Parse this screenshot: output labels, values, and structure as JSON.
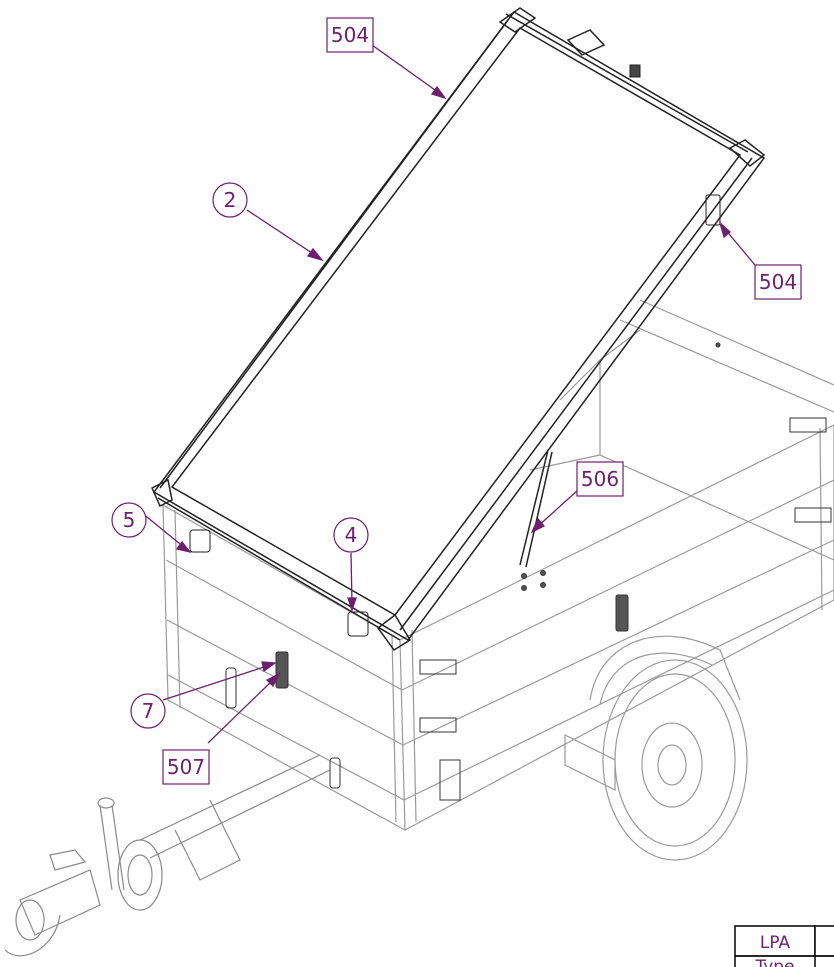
{
  "callouts": {
    "c504_top": "504",
    "c2": "2",
    "c504_right": "504",
    "c506": "506",
    "c4": "4",
    "c5": "5",
    "c7": "7",
    "c507": "507"
  },
  "title_block": {
    "cell_lpa": "LPA",
    "cell_type": "Type"
  },
  "colors": {
    "callout": "#6e1f6e",
    "line": "#222222",
    "faint": "#9a9a9a"
  }
}
